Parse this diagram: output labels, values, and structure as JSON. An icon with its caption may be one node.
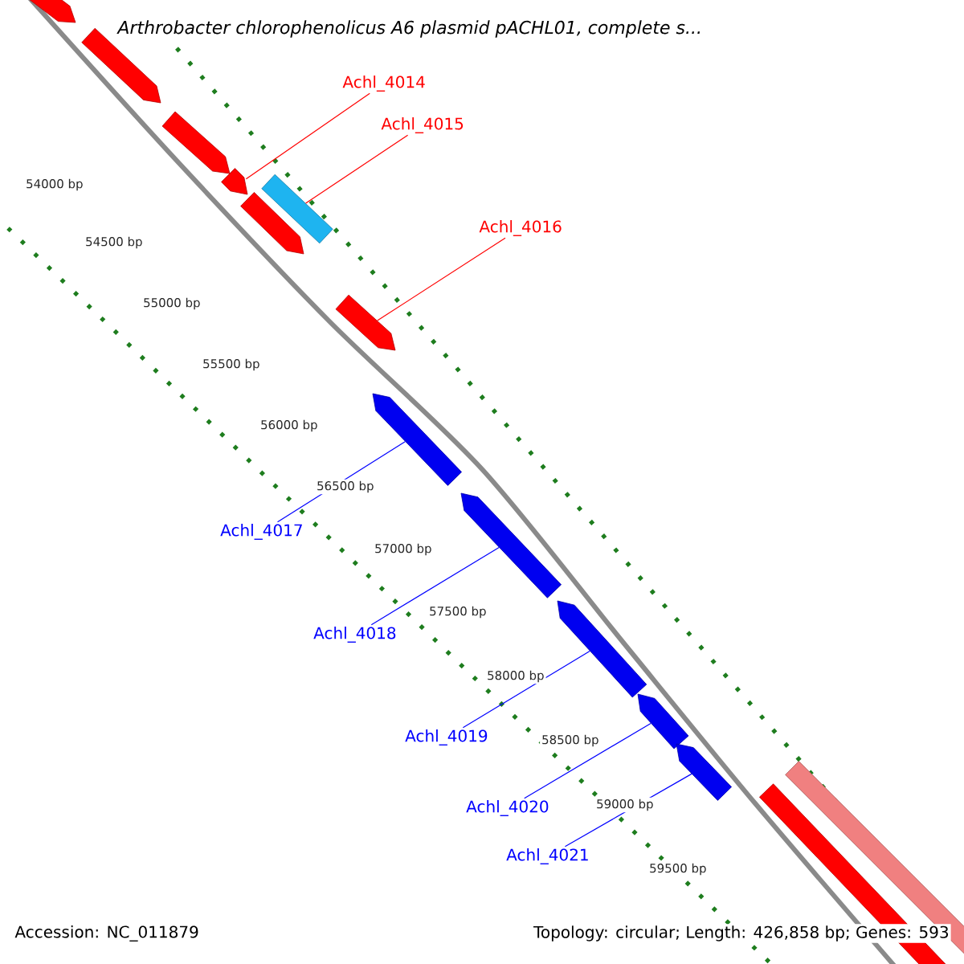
{
  "diagram": {
    "title": "Arthrobacter chlorophenolicus A6 plasmid pACHL01, complete s...",
    "nodes": [
      {
        "text": [],
        "shape": "bar"
      },
      {
        "text": [],
        "shape": "bar"
      },
      {
        "text": [],
        "shape": "bar"
      },
      {
        "text": [
          "Achl_4014"
        ]
      },
      {
        "text": [],
        "shape": "bar"
      },
      {
        "text": [
          "Achl_4015"
        ]
      },
      {
        "text": [],
        "shape": "bar"
      },
      {
        "text": [],
        "shape": "bar"
      },
      {
        "text": [
          "Achl_4016"
        ]
      },
      {
        "text": [],
        "shape": "bar"
      },
      {
        "text": [
          "Achl_4017"
        ]
      },
      {
        "text": [],
        "shape": "bar"
      },
      {
        "text": [
          "Achl_4018"
        ]
      },
      {
        "text": [],
        "shape": "bar"
      },
      {
        "text": [
          "Achl_4019"
        ]
      },
      {
        "text": [],
        "shape": "bar"
      },
      {
        "text": [
          "Achl_4020"
        ]
      },
      {
        "text": [],
        "shape": "bar"
      },
      {
        "text": [
          "Achl_4021"
        ]
      },
      {
        "text": [],
        "shape": "bar"
      },
      {
        "text": [],
        "shape": "bar"
      },
      {
        "text": [],
        "shape": "bar"
      }
    ],
    "edges": [
      {
        "from": 3,
        "to": 4,
        "arrow": "none",
        "color": "#ff0000"
      },
      {
        "from": 5,
        "to": 6,
        "arrow": "none",
        "color": "#ff0000"
      },
      {
        "from": 8,
        "to": 9,
        "arrow": "none",
        "color": "#ff0000"
      },
      {
        "from": 10,
        "to": 11,
        "arrow": "none"
      },
      {
        "from": 12,
        "to": 13,
        "arrow": "none"
      },
      {
        "from": 14,
        "to": 15,
        "arrow": "none"
      },
      {
        "from": 16,
        "to": 17,
        "arrow": "none"
      },
      {
        "from": 18,
        "to": 19,
        "arrow": "none"
      }
    ],
    "labels": [
      "54000 bp",
      "54500 bp",
      "55000 bp",
      "55500 bp",
      "56000 bp",
      "56500 bp",
      "57000 bp",
      "57500 bp",
      "58000 bp",
      "58500 bp",
      "59000 bp",
      "59500 bp",
      "Accession: NC_011879",
      "Topology: circular; Length: 426,858 bp; Genes: 593"
    ]
  }
}
